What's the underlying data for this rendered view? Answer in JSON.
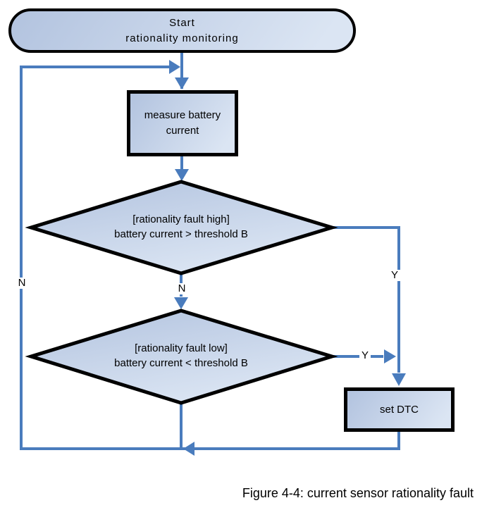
{
  "figure": {
    "caption": "Figure 4-4: current sensor rationality fault"
  },
  "nodes": {
    "start": {
      "type": "terminator",
      "label": "Start\nrationality monitoring"
    },
    "measure": {
      "type": "process",
      "label": "measure battery\ncurrent"
    },
    "decision_high": {
      "type": "decision",
      "label": "[rationality fault high]\nbattery current > threshold B"
    },
    "decision_low": {
      "type": "decision",
      "label": "[rationality fault low]\nbattery current < threshold B"
    },
    "set_dtc": {
      "type": "process",
      "label": "set DTC"
    }
  },
  "edge_labels": {
    "loop_no": "N",
    "high_no": "N",
    "high_yes": "Y",
    "low_yes": "Y"
  },
  "colors": {
    "connector": "#4a7cbd",
    "shape_border": "#000000",
    "shape_fill_top": "#b2c3df",
    "shape_fill_bottom": "#dbe5f3",
    "text": "#000000",
    "background": "#ffffff"
  }
}
